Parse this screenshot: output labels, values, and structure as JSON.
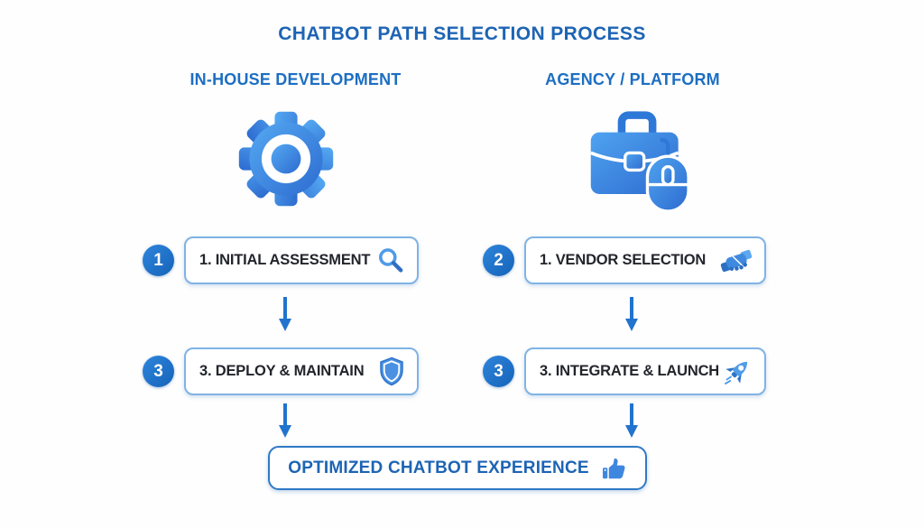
{
  "title": "CHATBOT PATH SELECTION PROCESS",
  "colors": {
    "title_blue": "#1d64b4",
    "header_blue": "#1d6ec2",
    "badge_blue": "#1a6fc6",
    "arrow_blue": "#2273cd",
    "box_border_light": "#7fb3e3",
    "result_border": "#3079c5",
    "step_text": "#23252c",
    "icon_gradient_start": "#55a9f2",
    "icon_gradient_end": "#2d6bd0"
  },
  "columns": [
    {
      "header": "IN-HOUSE DEVELOPMENT",
      "icon": "gear-icon",
      "steps": [
        {
          "badge": "1",
          "label": "1. INITIAL ASSESSMENT",
          "icon": "magnifier-icon"
        },
        {
          "badge": "3",
          "label": "3. DEPLOY & MAINTAIN",
          "icon": "shield-icon"
        }
      ]
    },
    {
      "header": "AGENCY / PLATFORM",
      "icon": "briefcase-mouse-icon",
      "steps": [
        {
          "badge": "2",
          "label": "1. VENDOR SELECTION",
          "icon": "handshake-icon"
        },
        {
          "badge": "3",
          "label": "3. INTEGRATE & LAUNCH",
          "icon": "rocket-icon"
        }
      ]
    }
  ],
  "result": {
    "label": "OPTIMIZED CHATBOT EXPERIENCE",
    "icon": "thumbs-up-icon"
  }
}
